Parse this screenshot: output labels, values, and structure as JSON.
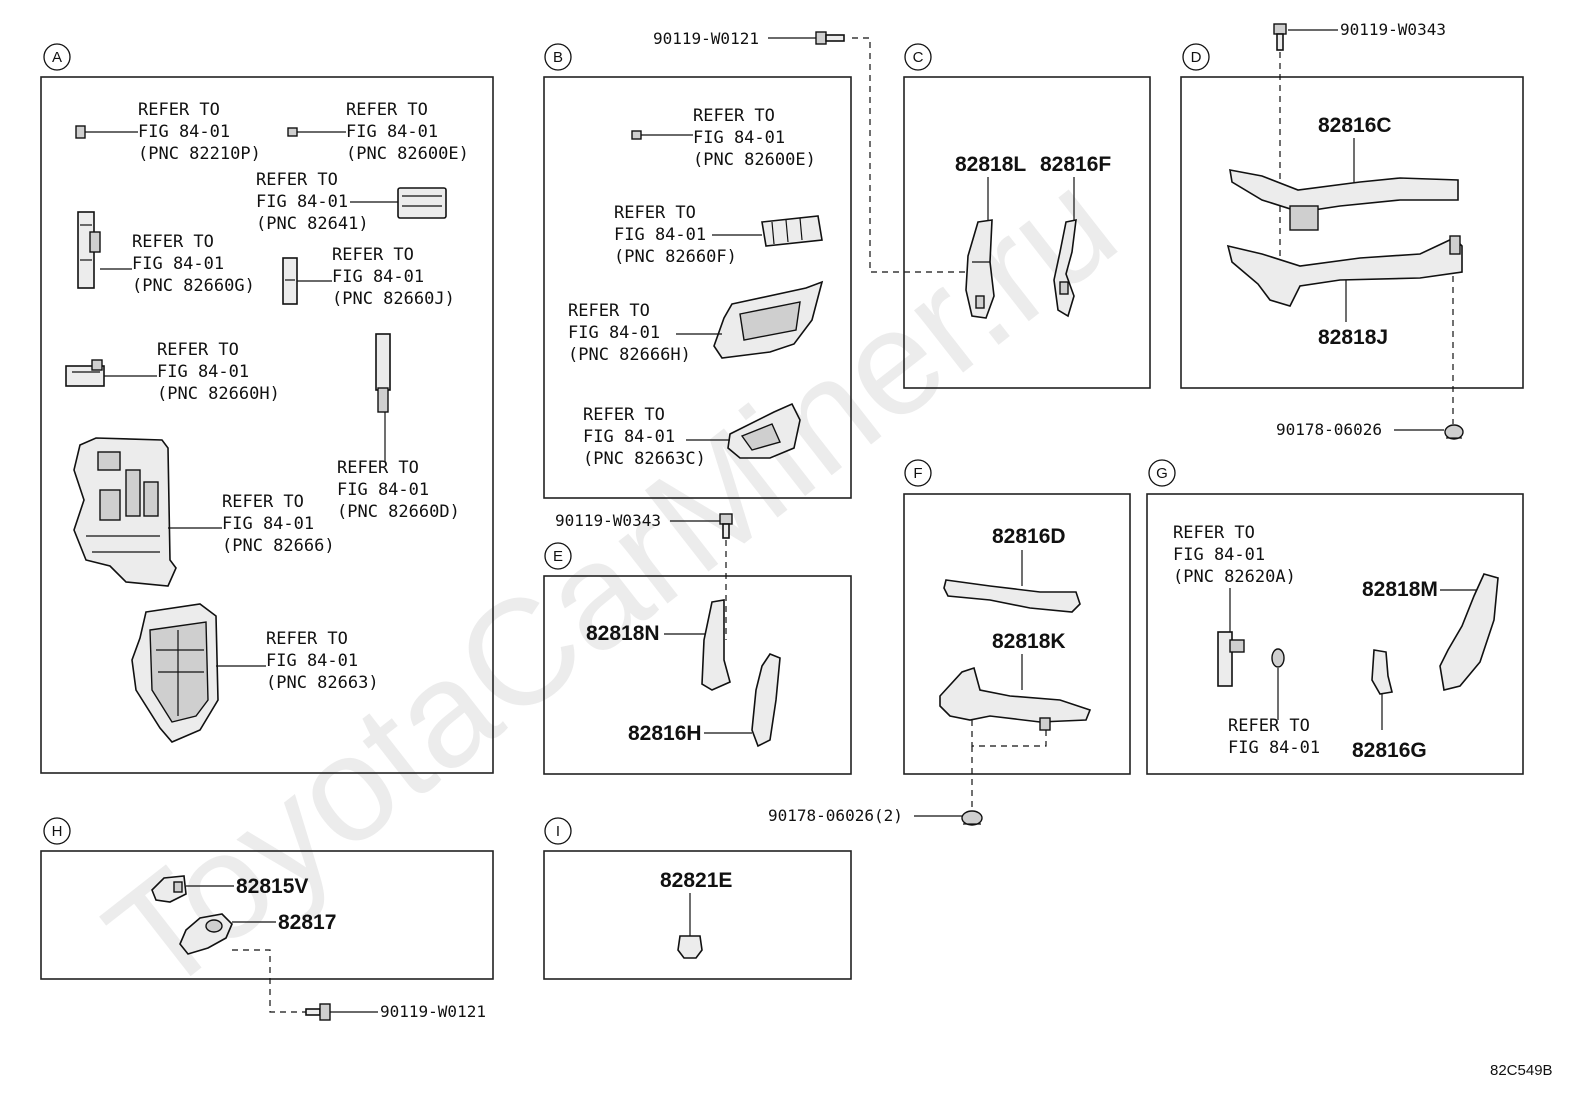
{
  "watermark": "ToyotaCarMiner.ru",
  "diagram_code": "82C549B",
  "refer_line1": "REFER TO",
  "refer_line2": "FIG 84-01",
  "sections": {
    "A": {
      "label": "A",
      "refs": [
        "(PNC 82210P)",
        "(PNC 82600E)",
        "(PNC 82641)",
        "(PNC 82660G)",
        "(PNC 82660J)",
        "(PNC 82660H)",
        "(PNC 82660D)",
        "(PNC 82666)",
        "(PNC 82663)"
      ]
    },
    "B": {
      "label": "B",
      "bolt": "90119-W0121",
      "refs": [
        "(PNC 82600E)",
        "(PNC 82660F)",
        "(PNC 82666H)",
        "(PNC 82663C)"
      ]
    },
    "C": {
      "label": "C",
      "parts": [
        "82818L",
        "82816F"
      ]
    },
    "D": {
      "label": "D",
      "bolt": "90119-W0343",
      "clip": "90178-06026",
      "parts": [
        "82816C",
        "82818J"
      ]
    },
    "E": {
      "label": "E",
      "bolt": "90119-W0343",
      "parts": [
        "82818N",
        "82816H"
      ]
    },
    "F": {
      "label": "F",
      "parts": [
        "82816D",
        "82818K"
      ],
      "clip": "90178-06026(2)"
    },
    "G": {
      "label": "G",
      "refs": [
        "(PNC 82620A)"
      ],
      "parts": [
        "82818M",
        "82816G"
      ]
    },
    "H": {
      "label": "H",
      "parts": [
        "82815V",
        "82817"
      ],
      "bolt": "90119-W0121"
    },
    "I": {
      "label": "I",
      "parts": [
        "82821E"
      ]
    }
  }
}
